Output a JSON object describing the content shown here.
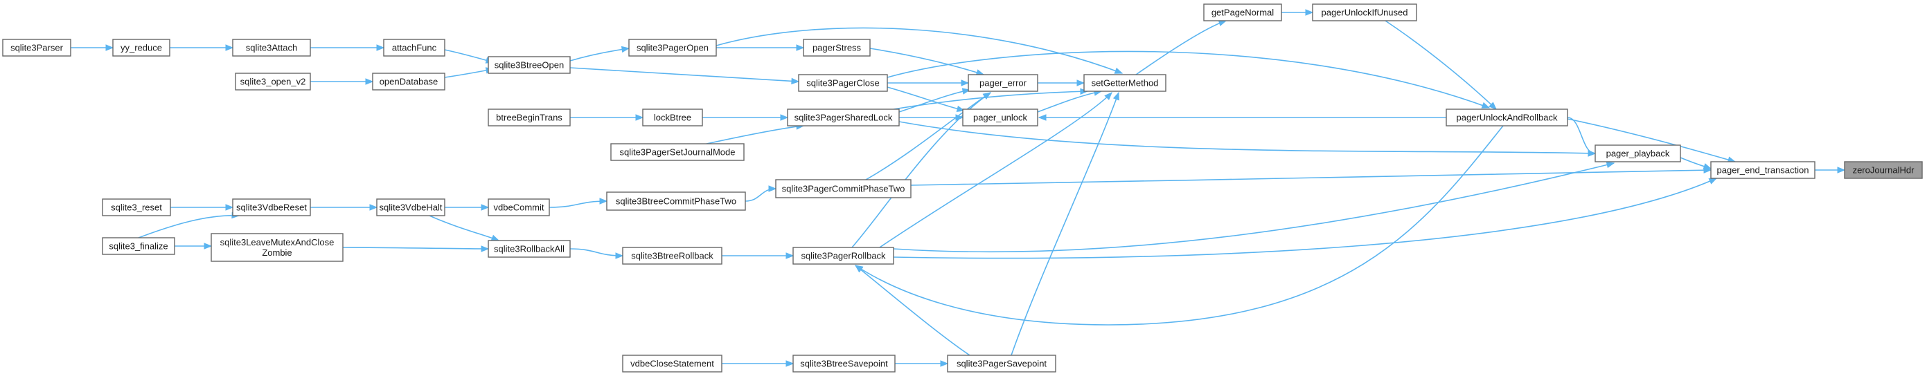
{
  "graph": {
    "nodes": {
      "sqlite3Parser": "sqlite3Parser",
      "yy_reduce": "yy_reduce",
      "sqlite3Attach": "sqlite3Attach",
      "attachFunc": "attachFunc",
      "sqlite3_open_v2": "sqlite3_open_v2",
      "openDatabase": "openDatabase",
      "sqlite3BtreeOpen": "sqlite3BtreeOpen",
      "sqlite3PagerOpen": "sqlite3PagerOpen",
      "pagerStress": "pagerStress",
      "sqlite3PagerClose": "sqlite3PagerClose",
      "btreeBeginTrans": "btreeBeginTrans",
      "lockBtree": "lockBtree",
      "sqlite3PagerSharedLock": "sqlite3PagerSharedLock",
      "sqlite3PagerSetJournalMode": "sqlite3PagerSetJournalMode",
      "sqlite3_reset": "sqlite3_reset",
      "sqlite3VdbeReset": "sqlite3VdbeReset",
      "sqlite3VdbeHalt": "sqlite3VdbeHalt",
      "vdbeCommit": "vdbeCommit",
      "sqlite3BtreeCommitPhaseTwo": "sqlite3BtreeCommitPhaseTwo",
      "sqlite3PagerCommitPhaseTwo": "sqlite3PagerCommitPhaseTwo",
      "sqlite3_finalize": "sqlite3_finalize",
      "sqlite3LeaveMutexAndCloseZombie": [
        "sqlite3LeaveMutexAndClose",
        "Zombie"
      ],
      "sqlite3RollbackAll": "sqlite3RollbackAll",
      "sqlite3BtreeRollback": "sqlite3BtreeRollback",
      "sqlite3PagerRollback": "sqlite3PagerRollback",
      "vdbeCloseStatement": "vdbeCloseStatement",
      "sqlite3BtreeSavepoint": "sqlite3BtreeSavepoint",
      "sqlite3PagerSavepoint": "sqlite3PagerSavepoint",
      "pager_error": "pager_error",
      "pager_unlock": "pager_unlock",
      "setGetterMethod": "setGetterMethod",
      "getPageNormal": "getPageNormal",
      "pagerUnlockIfUnused": "pagerUnlockIfUnused",
      "pagerUnlockAndRollback": "pagerUnlockAndRollback",
      "pager_playback": "pager_playback",
      "pager_end_transaction": "pager_end_transaction",
      "zeroJournalHdr": "zeroJournalHdr"
    },
    "edges": [
      [
        "sqlite3Parser",
        "yy_reduce"
      ],
      [
        "yy_reduce",
        "sqlite3Attach"
      ],
      [
        "sqlite3Attach",
        "attachFunc"
      ],
      [
        "attachFunc",
        "sqlite3BtreeOpen"
      ],
      [
        "sqlite3_open_v2",
        "openDatabase"
      ],
      [
        "openDatabase",
        "sqlite3BtreeOpen"
      ],
      [
        "sqlite3BtreeOpen",
        "sqlite3PagerOpen"
      ],
      [
        "sqlite3BtreeOpen",
        "sqlite3PagerClose"
      ],
      [
        "sqlite3PagerOpen",
        "pagerStress"
      ],
      [
        "sqlite3PagerOpen",
        "setGetterMethod"
      ],
      [
        "pagerStress",
        "pager_error"
      ],
      [
        "sqlite3PagerClose",
        "pager_error"
      ],
      [
        "sqlite3PagerClose",
        "pager_unlock"
      ],
      [
        "sqlite3PagerClose",
        "pagerUnlockAndRollback"
      ],
      [
        "btreeBeginTrans",
        "lockBtree"
      ],
      [
        "lockBtree",
        "sqlite3PagerSharedLock"
      ],
      [
        "sqlite3PagerSetJournalMode",
        "sqlite3PagerSharedLock"
      ],
      [
        "sqlite3PagerSharedLock",
        "pager_error"
      ],
      [
        "sqlite3PagerSharedLock",
        "pager_unlock"
      ],
      [
        "sqlite3PagerSharedLock",
        "setGetterMethod"
      ],
      [
        "sqlite3PagerSharedLock",
        "pager_playback"
      ],
      [
        "sqlite3_reset",
        "sqlite3VdbeReset"
      ],
      [
        "sqlite3_finalize",
        "sqlite3VdbeReset"
      ],
      [
        "sqlite3_finalize",
        "sqlite3LeaveMutexAndCloseZombie"
      ],
      [
        "sqlite3VdbeReset",
        "sqlite3VdbeHalt"
      ],
      [
        "sqlite3VdbeHalt",
        "vdbeCommit"
      ],
      [
        "sqlite3VdbeHalt",
        "sqlite3RollbackAll"
      ],
      [
        "vdbeCommit",
        "sqlite3BtreeCommitPhaseTwo"
      ],
      [
        "sqlite3BtreeCommitPhaseTwo",
        "sqlite3PagerCommitPhaseTwo"
      ],
      [
        "sqlite3PagerCommitPhaseTwo",
        "pager_error"
      ],
      [
        "sqlite3PagerCommitPhaseTwo",
        "pager_end_transaction"
      ],
      [
        "sqlite3LeaveMutexAndCloseZombie",
        "sqlite3RollbackAll"
      ],
      [
        "sqlite3RollbackAll",
        "sqlite3BtreeRollback"
      ],
      [
        "sqlite3BtreeRollback",
        "sqlite3PagerRollback"
      ],
      [
        "sqlite3PagerRollback",
        "pager_error"
      ],
      [
        "sqlite3PagerRollback",
        "setGetterMethod"
      ],
      [
        "sqlite3PagerRollback",
        "pager_playback"
      ],
      [
        "sqlite3PagerRollback",
        "pager_end_transaction"
      ],
      [
        "vdbeCloseStatement",
        "sqlite3BtreeSavepoint"
      ],
      [
        "sqlite3BtreeSavepoint",
        "sqlite3PagerSavepoint"
      ],
      [
        "sqlite3PagerSavepoint",
        "sqlite3PagerRollback"
      ],
      [
        "sqlite3PagerSavepoint",
        "setGetterMethod"
      ],
      [
        "pager_error",
        "setGetterMethod"
      ],
      [
        "pager_unlock",
        "setGetterMethod"
      ],
      [
        "setGetterMethod",
        "getPageNormal"
      ],
      [
        "getPageNormal",
        "pagerUnlockIfUnused"
      ],
      [
        "pagerUnlockIfUnused",
        "pagerUnlockAndRollback"
      ],
      [
        "pagerUnlockAndRollback",
        "pager_unlock"
      ],
      [
        "pagerUnlockAndRollback",
        "sqlite3PagerRollback"
      ],
      [
        "pagerUnlockAndRollback",
        "pager_playback"
      ],
      [
        "pagerUnlockAndRollback",
        "pager_end_transaction"
      ],
      [
        "pager_playback",
        "pager_end_transaction"
      ],
      [
        "pager_end_transaction",
        "zeroJournalHdr"
      ]
    ],
    "focus_node": "zeroJournalHdr",
    "colors": {
      "edge": "#5ab4f0",
      "node_border": "#666666",
      "focus_fill": "#9e9e9e"
    }
  }
}
